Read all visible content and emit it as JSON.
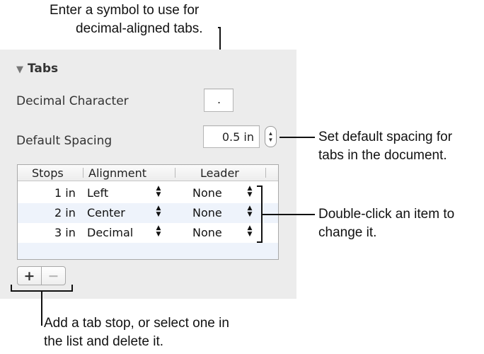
{
  "callouts": {
    "decimal_line1": "Enter a symbol to use for",
    "decimal_line2": "decimal-aligned tabs.",
    "spacing_line1": "Set default spacing for",
    "spacing_line2": "tabs in the document.",
    "list_line1": "Double-click an item to",
    "list_line2": "change it.",
    "add_line1": "Add a tab stop, or select one in",
    "add_line2": "the list and delete it."
  },
  "panel": {
    "section_title": "Tabs",
    "disclosure_icon": "▼",
    "decimal_label": "Decimal Character",
    "decimal_value": ".",
    "spacing_label": "Default Spacing",
    "spacing_value": "0.5 in"
  },
  "table": {
    "columns": [
      "Stops",
      "Alignment",
      "Leader"
    ],
    "rows": [
      {
        "stop": "1 in",
        "alignment": "Left",
        "leader": "None"
      },
      {
        "stop": "2 in",
        "alignment": "Center",
        "leader": "None"
      },
      {
        "stop": "3 in",
        "alignment": "Decimal",
        "leader": "None"
      }
    ]
  },
  "buttons": {
    "add": "+",
    "remove": "−"
  },
  "icons": {
    "disclosure": "disclosure-triangle-icon",
    "stepper": "stepper-icon"
  }
}
